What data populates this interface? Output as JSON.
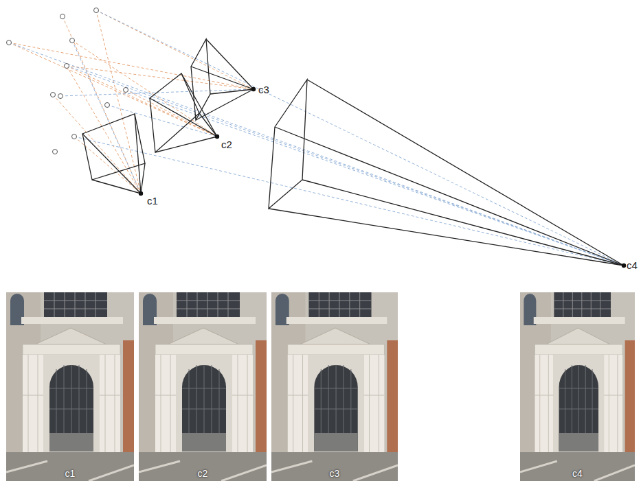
{
  "diagram": {
    "nodes": [
      {
        "text": [
          "c1"
        ]
      },
      {
        "text": [
          "c2"
        ]
      },
      {
        "text": [
          "c3"
        ]
      },
      {
        "text": [
          "c4"
        ]
      }
    ],
    "labels": [
      "c1",
      "c2",
      "c3",
      "c4"
    ]
  }
}
